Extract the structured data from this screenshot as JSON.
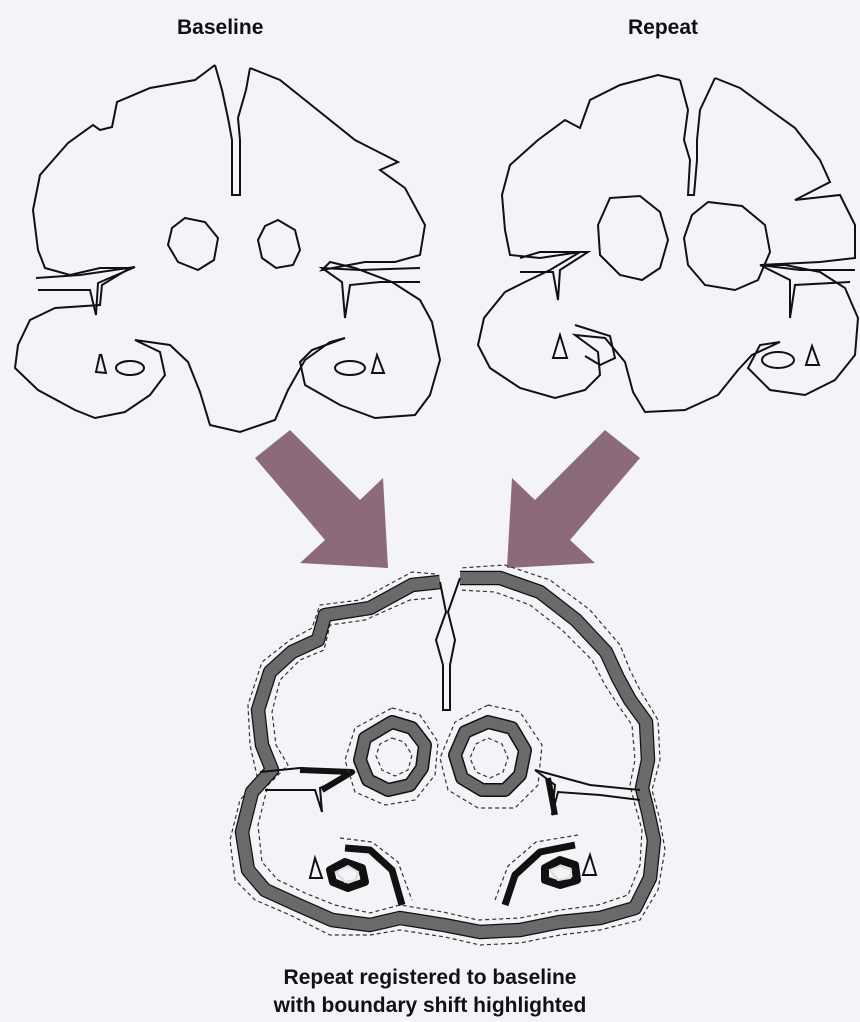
{
  "titles": {
    "baseline": "Baseline",
    "repeat": "Repeat"
  },
  "caption": {
    "line1": "Repeat registered to baseline",
    "line2": "with boundary shift highlighted"
  },
  "colors": {
    "background": "#f4f3f7",
    "arrow": "#8c6a7c",
    "shift_band": "#6a6a6a",
    "outline": "#111111"
  }
}
